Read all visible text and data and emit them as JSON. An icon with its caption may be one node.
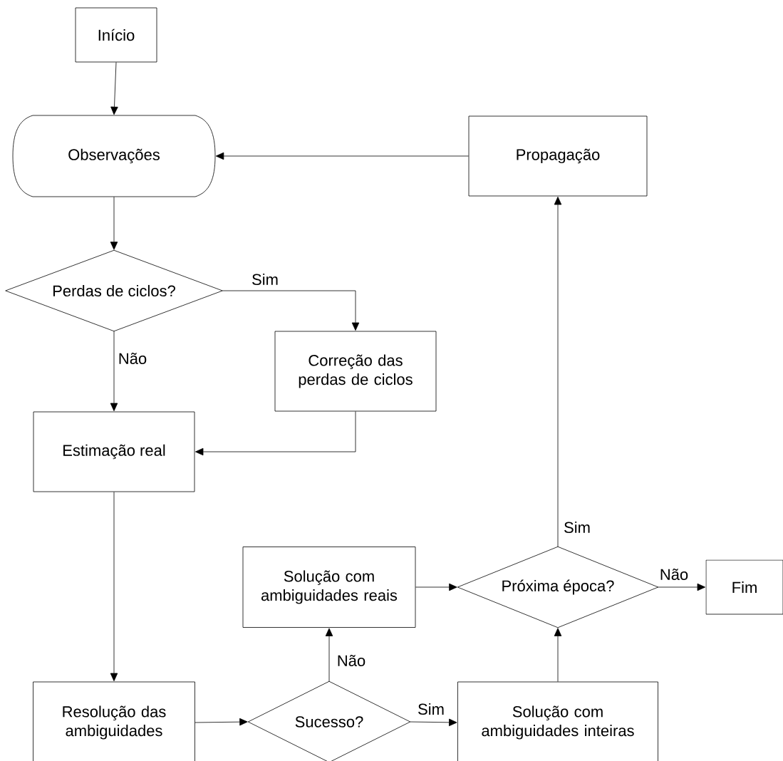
{
  "diagram": {
    "nodes": [
      {
        "text": [
          "Início"
        ]
      },
      {
        "text": [
          "Observações"
        ]
      },
      {
        "text": [
          "Propagação"
        ]
      },
      {
        "text": [
          "Perdas de ciclos?"
        ]
      },
      {
        "text": [
          "Correção das perdas de ciclos"
        ]
      },
      {
        "text": [
          "Estimação real"
        ]
      },
      {
        "text": [
          "Solução com ambiguidades reais"
        ]
      },
      {
        "text": [
          "Próxima época?"
        ]
      },
      {
        "text": [
          "Fim"
        ]
      },
      {
        "text": [
          "Resolução das ambiguidades"
        ]
      },
      {
        "text": [
          "Sucesso?"
        ]
      },
      {
        "text": [
          "Solução com ambiguidades inteiras"
        ]
      }
    ],
    "edges": [
      {
        "from": 0,
        "to": 1,
        "arrow": "to"
      },
      {
        "from": 1,
        "to": 3,
        "arrow": "to"
      },
      {
        "from": 3,
        "to": 4,
        "arrow": "to",
        "label": "Sim"
      },
      {
        "from": 3,
        "to": 5,
        "arrow": "to",
        "label": "Não"
      },
      {
        "from": 4,
        "to": 5,
        "arrow": "to"
      },
      {
        "from": 5,
        "to": 9,
        "arrow": "to"
      },
      {
        "from": 9,
        "to": 10,
        "arrow": "to"
      },
      {
        "from": 10,
        "to": 6,
        "arrow": "to",
        "label": "Não"
      },
      {
        "from": 10,
        "to": 11,
        "arrow": "to",
        "label": "Sim"
      },
      {
        "from": 6,
        "to": 7,
        "arrow": "to"
      },
      {
        "from": 11,
        "to": 7,
        "arrow": "to"
      },
      {
        "from": 7,
        "to": 8,
        "arrow": "to",
        "label": "Não"
      },
      {
        "from": 7,
        "to": 2,
        "arrow": "to",
        "label": "Sim"
      },
      {
        "from": 2,
        "to": 1,
        "arrow": "to"
      }
    ]
  }
}
